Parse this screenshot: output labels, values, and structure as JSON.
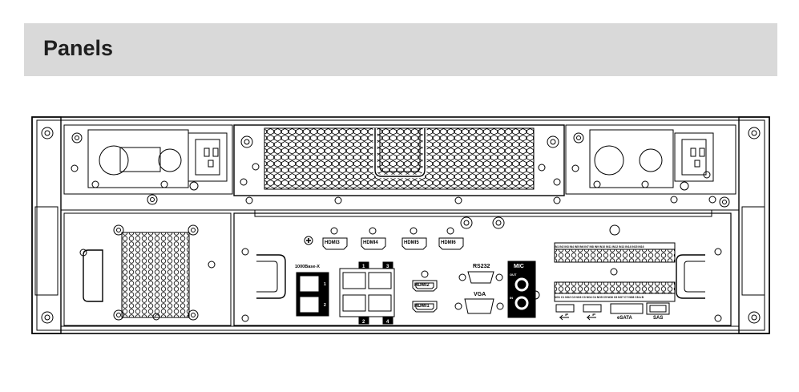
{
  "header": {
    "title": "Panels"
  },
  "panel_labels": {
    "hdmi3": "HDMI3",
    "hdmi4": "HDMI4",
    "hdmi5": "HDMI5",
    "hdmi6": "HDMI6",
    "hdmi2": "HDMI2",
    "hdmi1": "HDMI1",
    "fiber": "1000Base-X",
    "fiber_port1": "1",
    "fiber_port2": "2",
    "lan1": "1",
    "lan2": "2",
    "lan3": "3",
    "lan4": "4",
    "rs232": "RS232",
    "vga": "VGA",
    "mic": "MIC",
    "mic_out": "OUT",
    "mic_in": "IN",
    "esata": "eSATA",
    "sas": "SAS",
    "alarm_in_top": "IN1 IN2 IN3 IN4   IN5 IN6 IN7 IN8   IN9 IN10 IN11 IN12   IN13 IN14 IN15 IN16",
    "alarm_out_bottom": "NO1 C1 NO2 C2 NO3 C3 NO4 C4   NO5 C5 NO6 C6 NO7 C7 NO8 C8   A B"
  }
}
